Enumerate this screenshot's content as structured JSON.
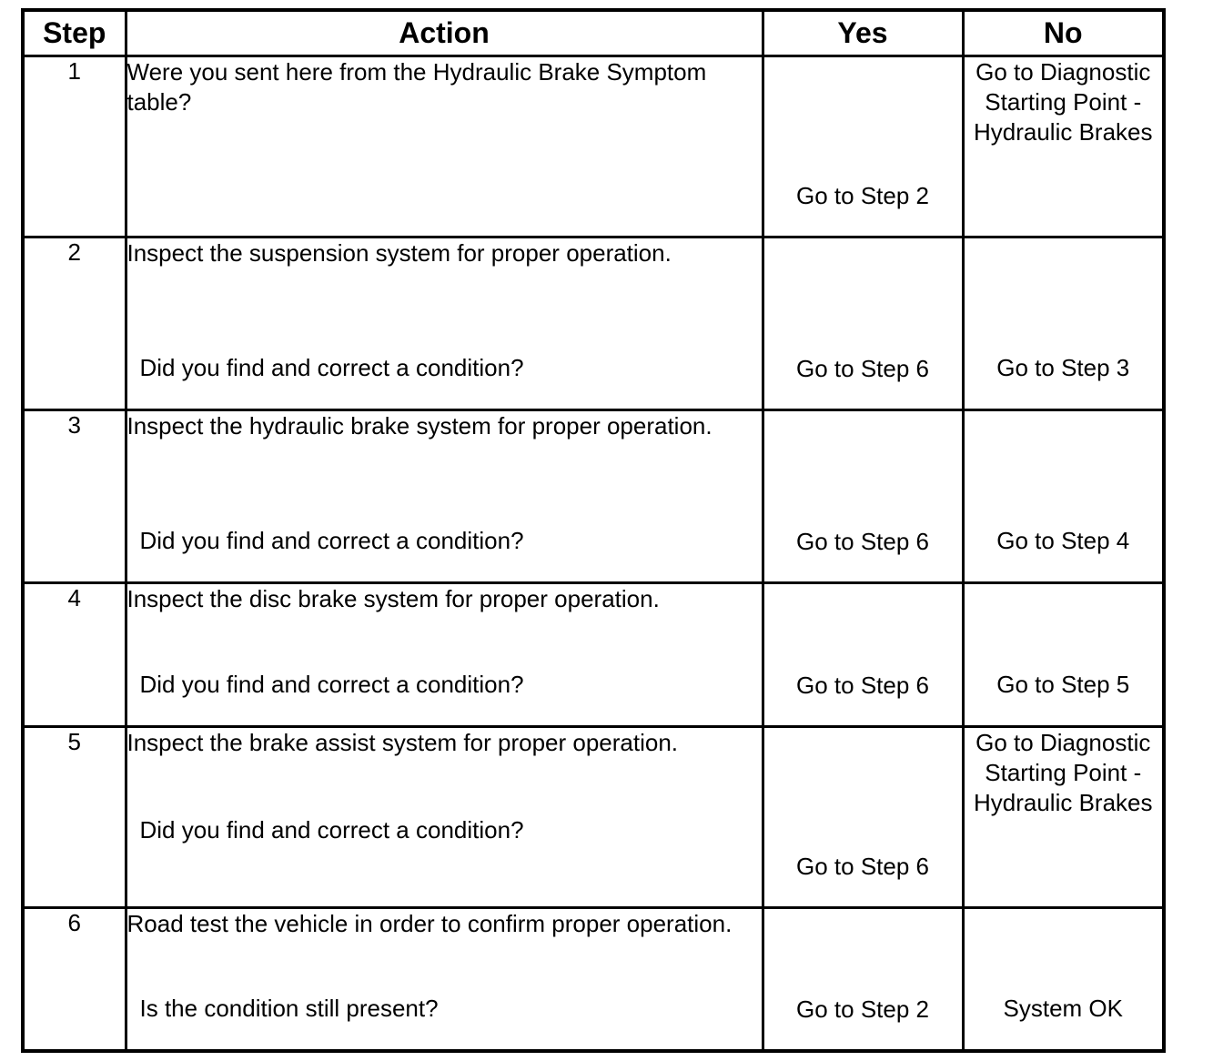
{
  "headers": {
    "step": "Step",
    "action": "Action",
    "yes": "Yes",
    "no": "No"
  },
  "rows": [
    {
      "step": "1",
      "action": "Were you sent here from the Hydraulic Brake Symptom table?",
      "question": "",
      "yes": "Go to Step 2",
      "no": "Go to Diagnostic Starting Point - Hydraulic Brakes"
    },
    {
      "step": "2",
      "action": "Inspect the suspension system for proper operation.",
      "question": "Did you find and correct a condition?",
      "yes": "Go to Step 6",
      "no": "Go to Step 3"
    },
    {
      "step": "3",
      "action": "Inspect the hydraulic brake system for proper operation.",
      "question": "Did you find and correct a condition?",
      "yes": "Go to Step 6",
      "no": "Go to Step 4"
    },
    {
      "step": "4",
      "action": "Inspect the disc brake system for proper operation.",
      "question": "Did you find and correct a condition?",
      "yes": "Go to Step 6",
      "no": "Go to Step 5"
    },
    {
      "step": "5",
      "action": "Inspect the brake assist system for proper operation.",
      "question": "Did you find and correct a condition?",
      "yes": "Go to Step 6",
      "no": "Go to Diagnostic Starting Point - Hydraulic Brakes"
    },
    {
      "step": "6",
      "action": "Road test the vehicle in order to confirm proper operation.",
      "question": "Is the condition still present?",
      "yes": "Go to Step 2",
      "no": "System OK"
    }
  ]
}
